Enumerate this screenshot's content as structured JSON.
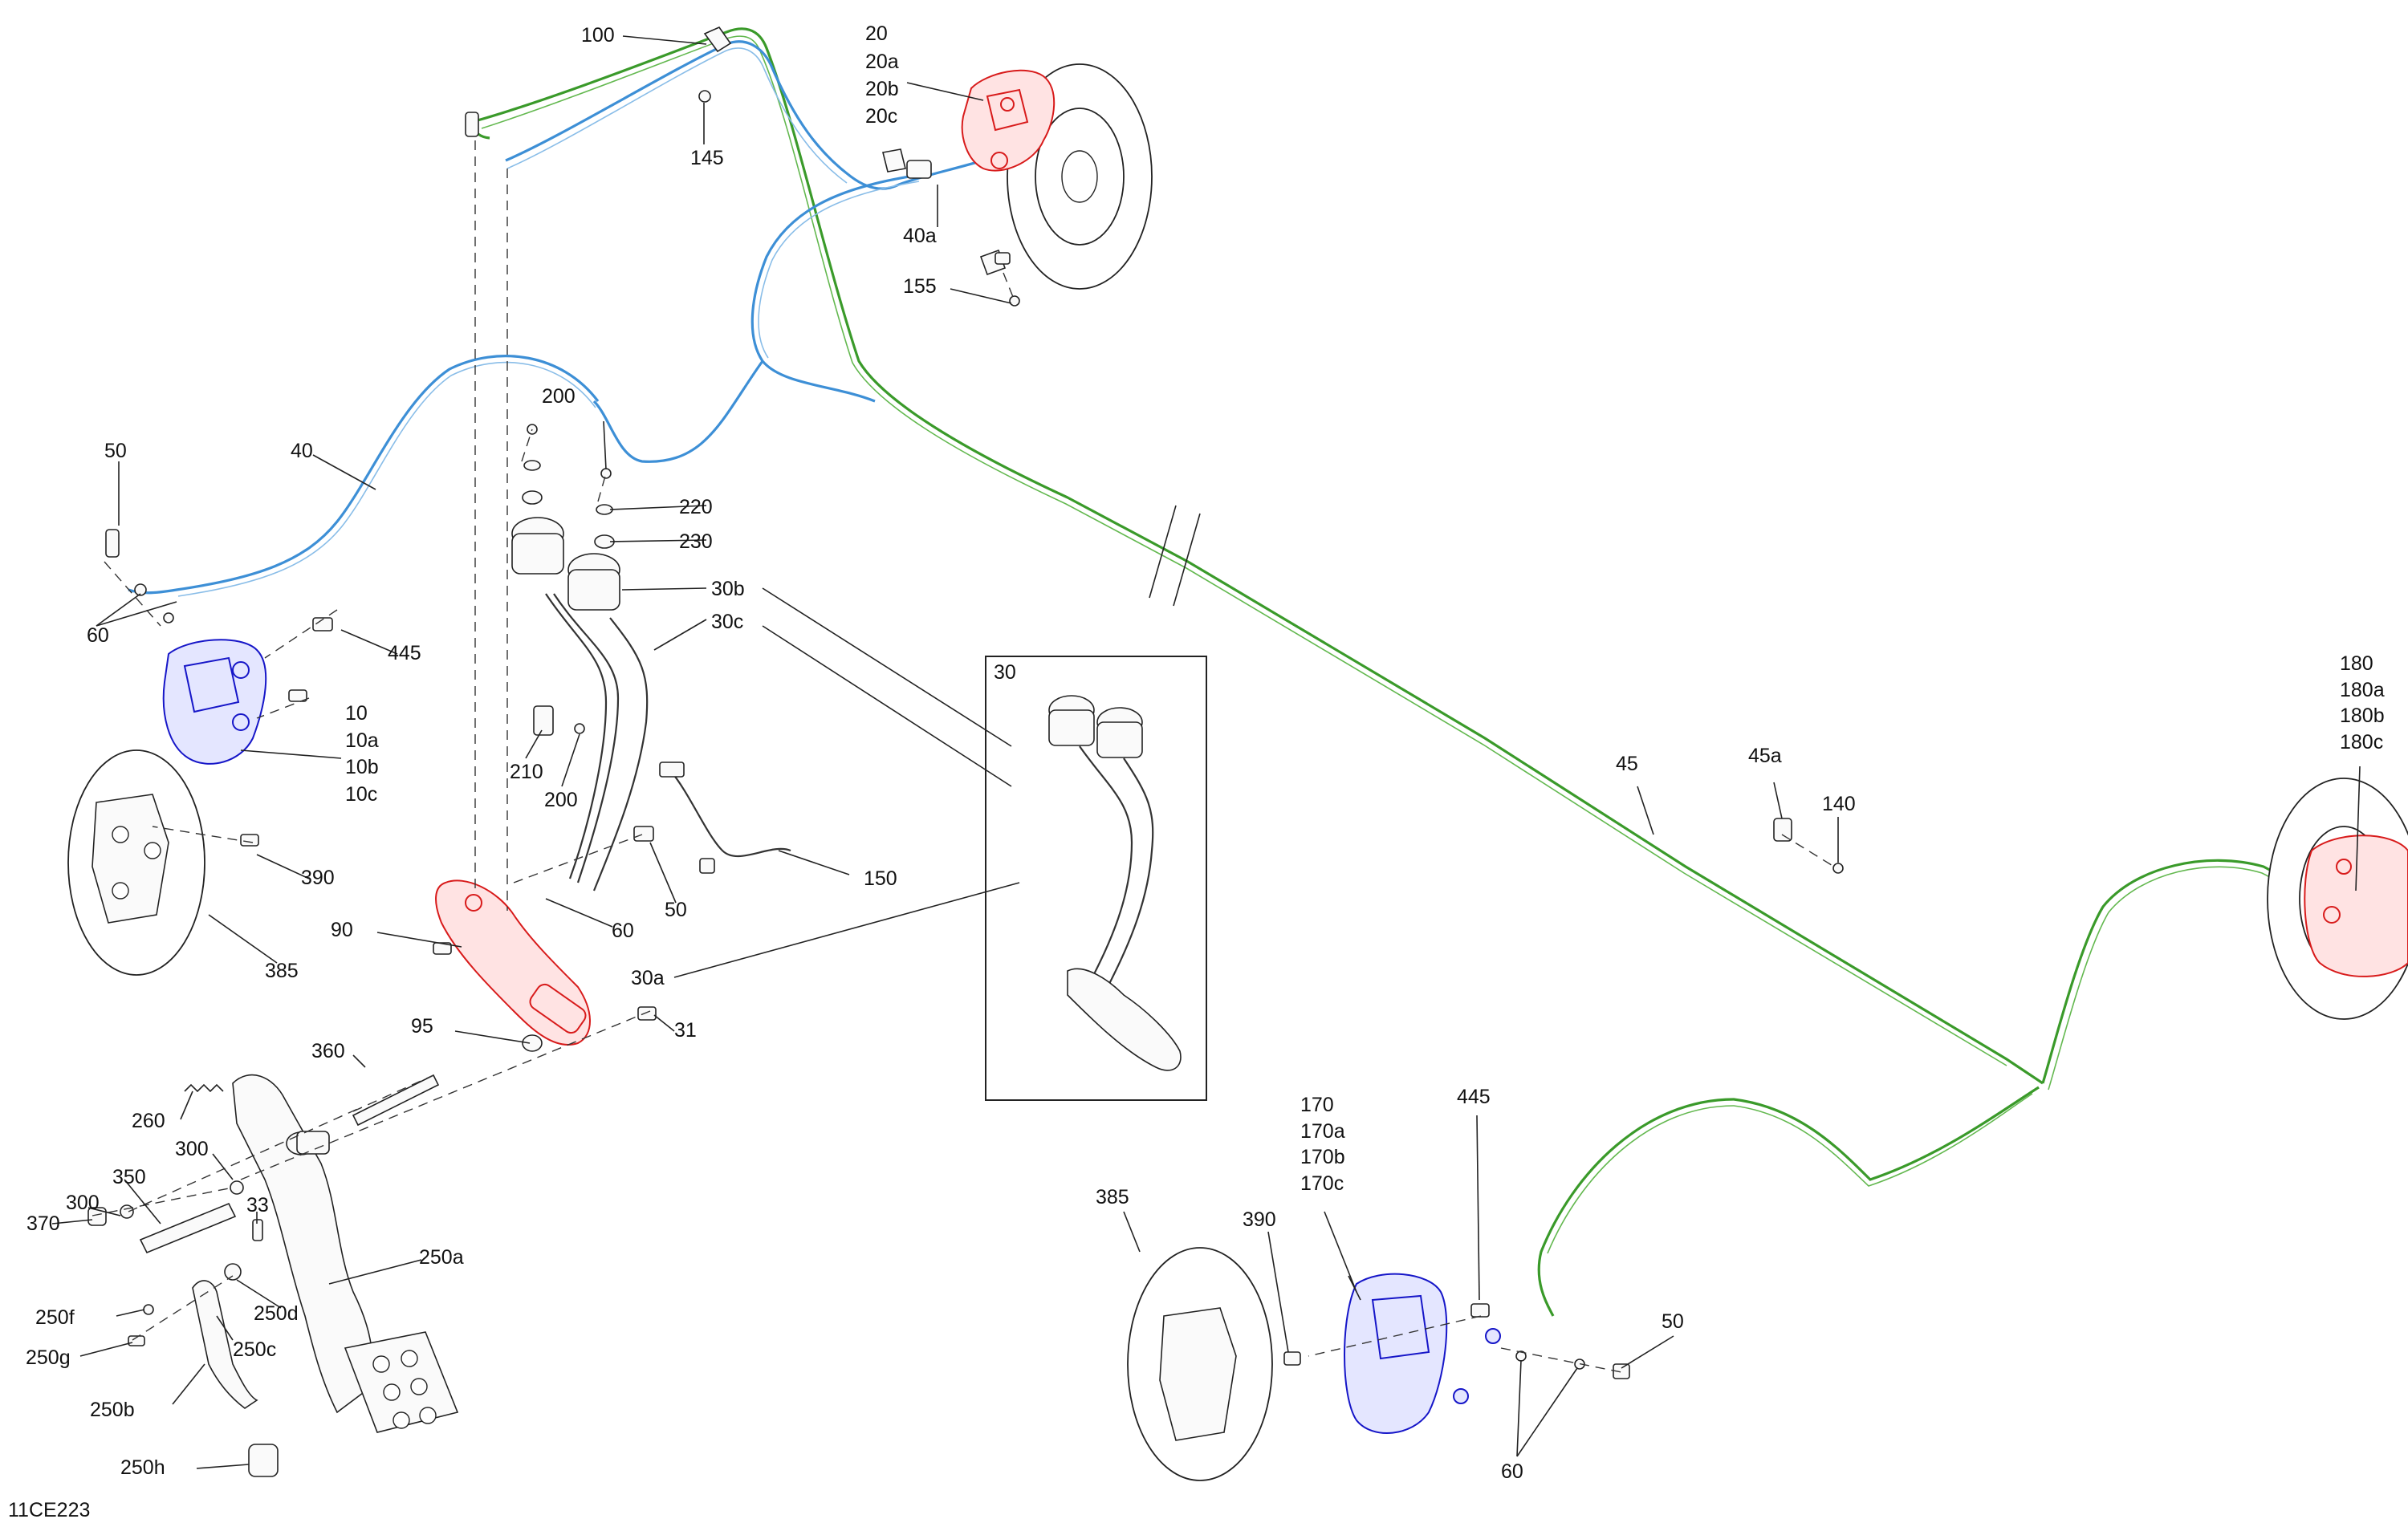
{
  "diagram_id": "11CE223",
  "callouts": {
    "c100": "100",
    "c20": "20",
    "c20a": "20a",
    "c20b": "20b",
    "c20c": "20c",
    "c145": "145",
    "c40a": "40a",
    "c155": "155",
    "c200a": "200",
    "c40": "40",
    "c50a": "50",
    "c60a": "60",
    "c220": "220",
    "c230": "230",
    "c445a": "445",
    "c30b": "30b",
    "c30c": "30c",
    "c10": "10",
    "c10a": "10a",
    "c10b": "10b",
    "c10c": "10c",
    "c210": "210",
    "c200b": "200",
    "c390a": "390",
    "c385a": "385",
    "c90": "90",
    "c60b": "60",
    "c50b": "50",
    "c150": "150",
    "c30a": "30a",
    "c95": "95",
    "c31": "31",
    "c360": "360",
    "c260": "260",
    "c300a": "300",
    "c300b": "300",
    "c370": "370",
    "c350": "350",
    "c33": "33",
    "c250a": "250a",
    "c250d": "250d",
    "c250f": "250f",
    "c250c": "250c",
    "c250g": "250g",
    "c250b": "250b",
    "c250h": "250h",
    "c30box": "30",
    "c45": "45",
    "c45a": "45a",
    "c140": "140",
    "c180": "180",
    "c180a": "180a",
    "c180b": "180b",
    "c180c": "180c",
    "c170": "170",
    "c170a": "170a",
    "c170b": "170b",
    "c170c": "170c",
    "c445b": "445",
    "c385b": "385",
    "c390b": "390",
    "c50c": "50",
    "c60c": "60"
  },
  "colors": {
    "front_hose": "#3d8fd6",
    "rear_hose": "#3a9a2a",
    "right_caliper": "#d81b1b",
    "left_caliper": "#1616c8"
  }
}
